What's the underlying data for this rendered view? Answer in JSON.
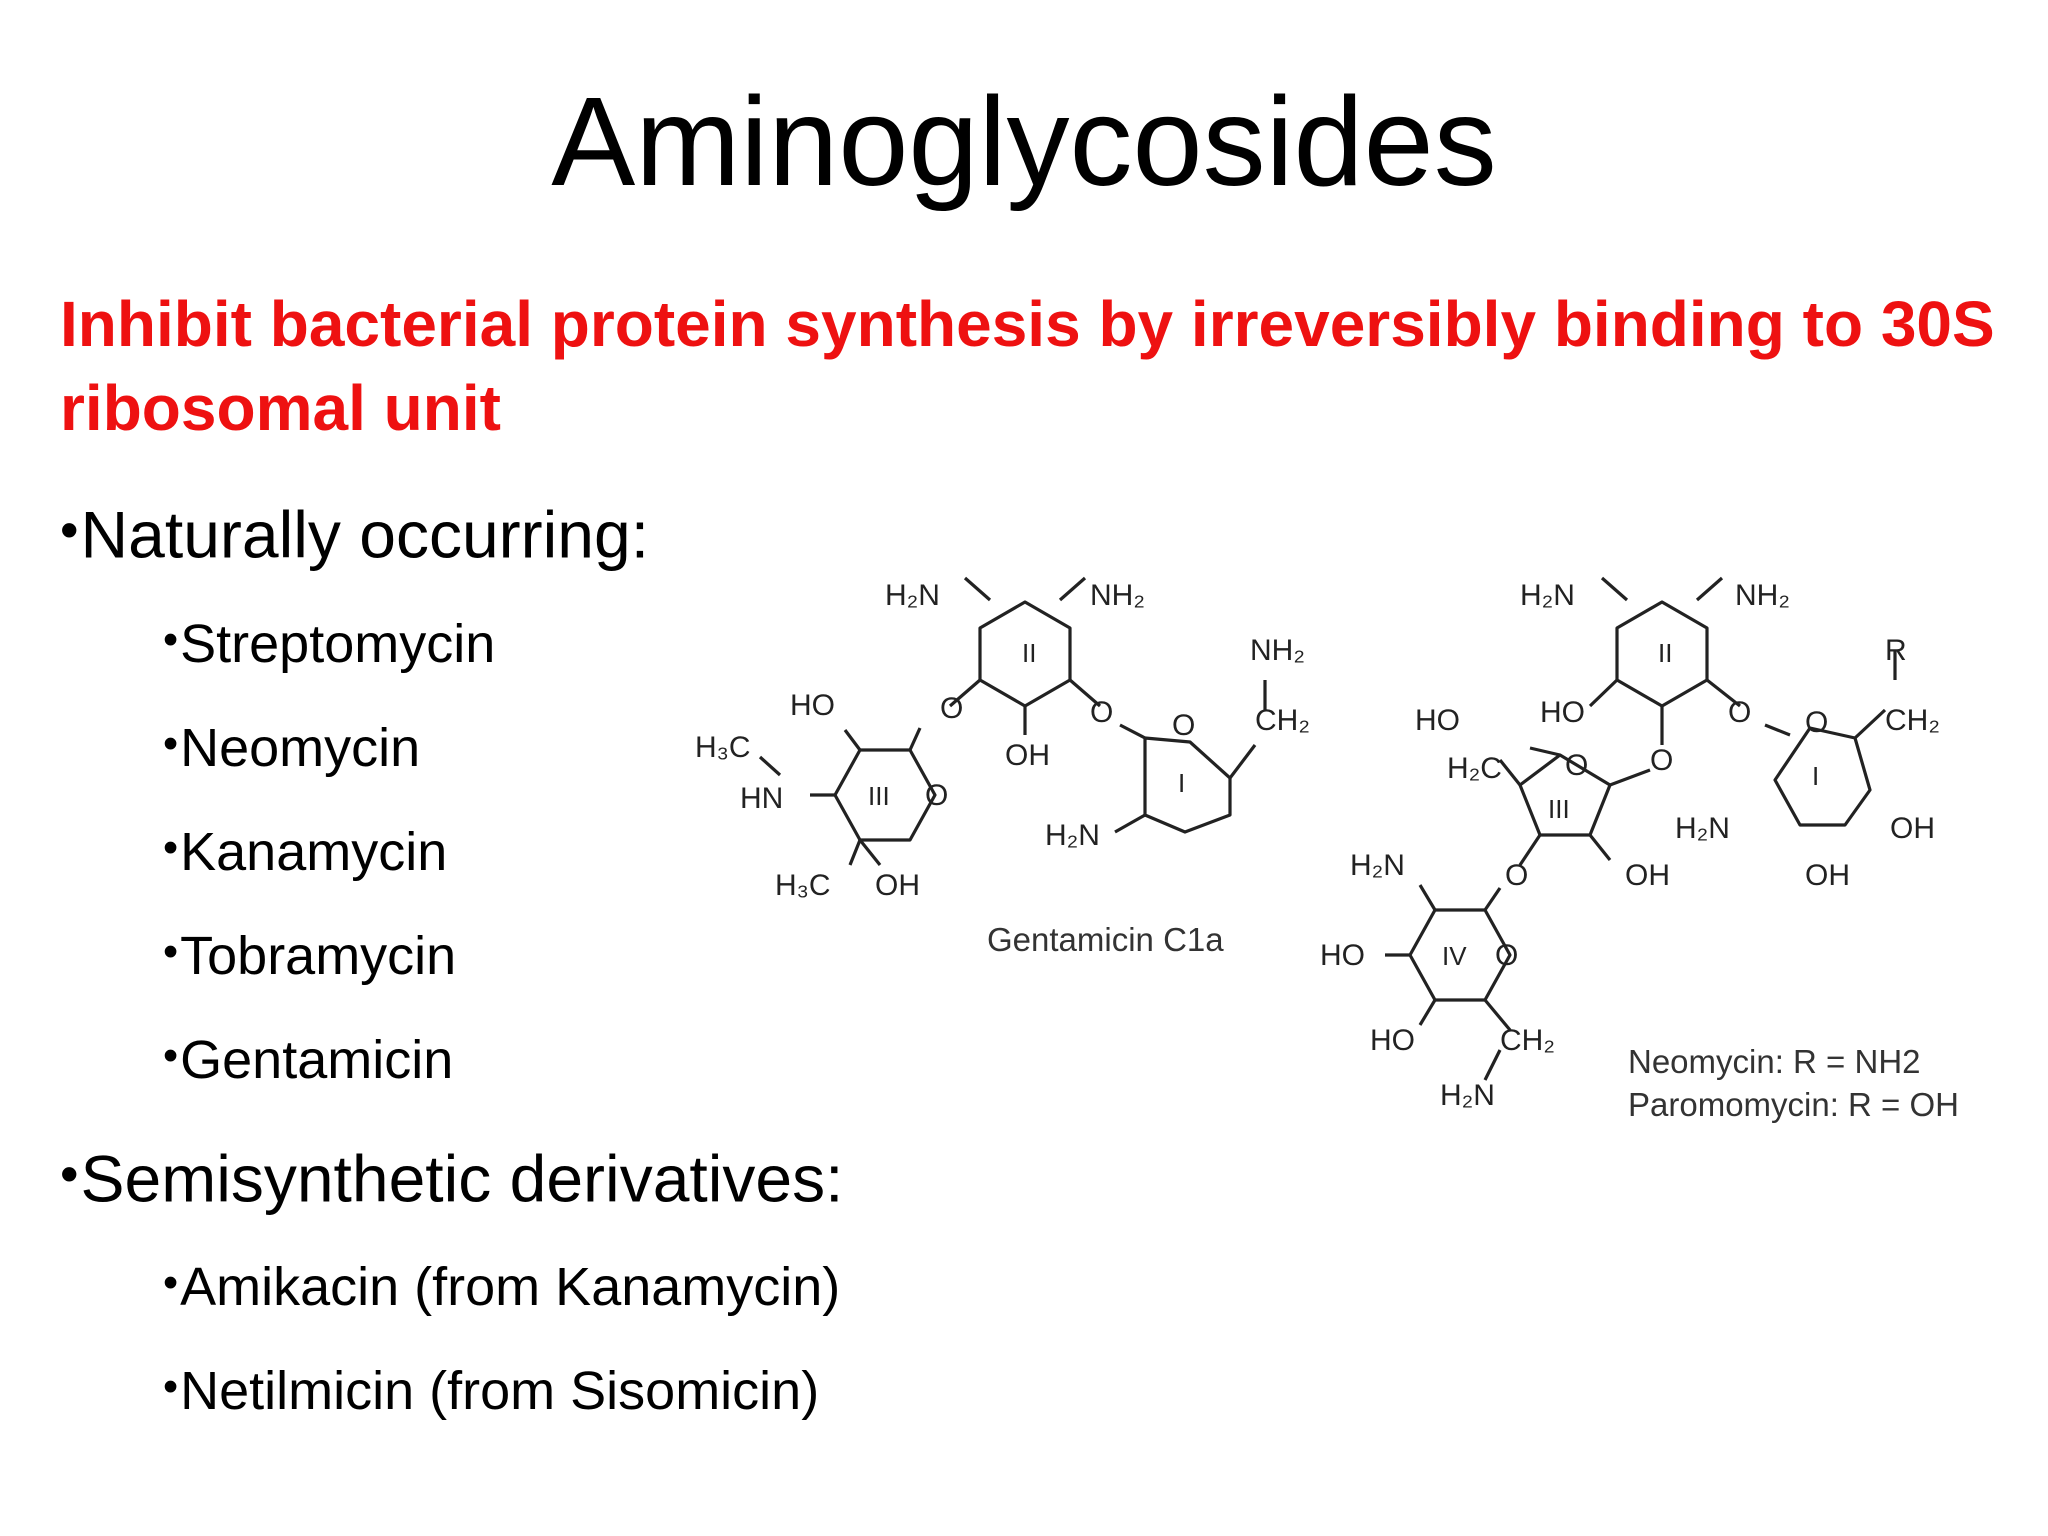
{
  "slide": {
    "title": "Aminoglycosides",
    "subtitle": "Inhibit bacterial protein synthesis by irreversibly binding to 30S ribosomal unit",
    "section1": {
      "label": "Naturally occurring:",
      "items": [
        "Streptomycin",
        "Neomycin",
        "Kanamycin",
        "Tobramycin",
        "Gentamicin"
      ]
    },
    "section2": {
      "label": "Semisynthetic derivatives:",
      "items": [
        "Amikacin (from Kanamycin)",
        "Netilmicin (from Sisomicin)"
      ]
    },
    "bullet": "•"
  },
  "structures": {
    "gentamicin": {
      "caption": "Gentamicin C1a",
      "rings": [
        "II",
        "III",
        "I"
      ]
    },
    "neomycin": {
      "caption_line1": "Neomycin: R = NH2",
      "caption_line2": "Paromomycin: R = OH",
      "rings": [
        "II",
        "III",
        "I",
        "IV"
      ]
    }
  },
  "colors": {
    "accent_red": "#ee1111",
    "text": "#000000"
  }
}
